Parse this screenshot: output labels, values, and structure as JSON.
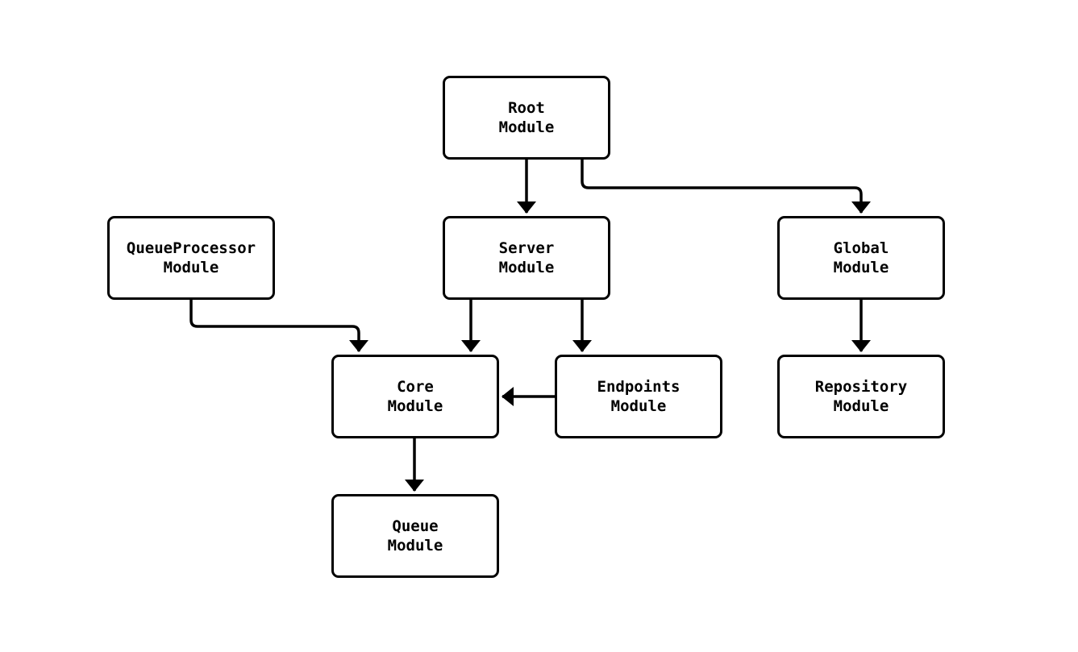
{
  "diagram": {
    "kind": "module-dependency-flowchart",
    "colors": {
      "background": "#ffffff",
      "node_fill": "#ffffff",
      "stroke": "#000000",
      "text": "#000000"
    },
    "nodes": [
      {
        "id": "root",
        "line1": "Root",
        "line2": "Module"
      },
      {
        "id": "queue-processor",
        "line1": "QueueProcessor",
        "line2": "Module"
      },
      {
        "id": "server",
        "line1": "Server",
        "line2": "Module"
      },
      {
        "id": "global",
        "line1": "Global",
        "line2": "Module"
      },
      {
        "id": "core",
        "line1": "Core",
        "line2": "Module"
      },
      {
        "id": "endpoints",
        "line1": "Endpoints",
        "line2": "Module"
      },
      {
        "id": "repository",
        "line1": "Repository",
        "line2": "Module"
      },
      {
        "id": "queue",
        "line1": "Queue",
        "line2": "Module"
      }
    ],
    "edges": [
      {
        "from": "root",
        "to": "server"
      },
      {
        "from": "root",
        "to": "global"
      },
      {
        "from": "queue-processor",
        "to": "core"
      },
      {
        "from": "server",
        "to": "core"
      },
      {
        "from": "server",
        "to": "endpoints"
      },
      {
        "from": "endpoints",
        "to": "core"
      },
      {
        "from": "global",
        "to": "repository"
      },
      {
        "from": "core",
        "to": "queue"
      }
    ]
  }
}
